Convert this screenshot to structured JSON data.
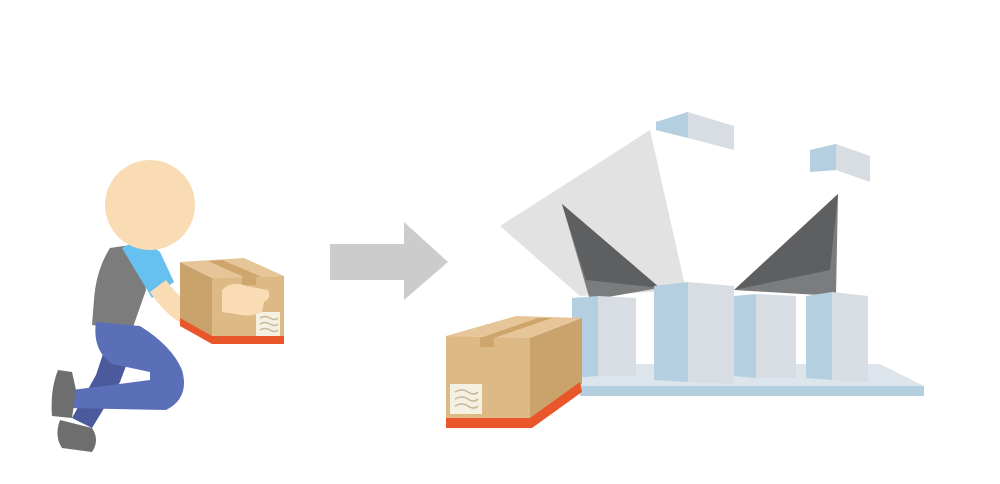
{
  "scene": {
    "background": "#ffffff",
    "elements": [
      {
        "name": "person",
        "description_icon": "person-carrying-box-icon"
      },
      {
        "name": "arrow",
        "description_icon": "right-arrow-icon"
      },
      {
        "name": "packing-station",
        "description_icon": "box-packing-station-icon"
      }
    ]
  },
  "colors": {
    "skin": "#f9dcb4",
    "shirt_sleeve": "#66c1f1",
    "shirt_body": "#7c7c7c",
    "pants": "#5a6fb8",
    "pants_dark": "#4a5a9c",
    "shoe": "#6e6e6e",
    "box_front": "#ddb985",
    "box_side": "#c9a26c",
    "box_top": "#e6c698",
    "box_tape": "#cfa56d",
    "box_strap": "#e8562a",
    "label": "#f5f1e2",
    "arrow": "#cccccc",
    "flap_light": "#e2e2e2",
    "flap_dark": "#7b7c7e",
    "flap_darker": "#5e5f61",
    "foam_light": "#d7dde3",
    "foam_blue": "#b3cfe0",
    "tray": "#dbe5eb",
    "tray_edge": "#b3cfe0"
  }
}
